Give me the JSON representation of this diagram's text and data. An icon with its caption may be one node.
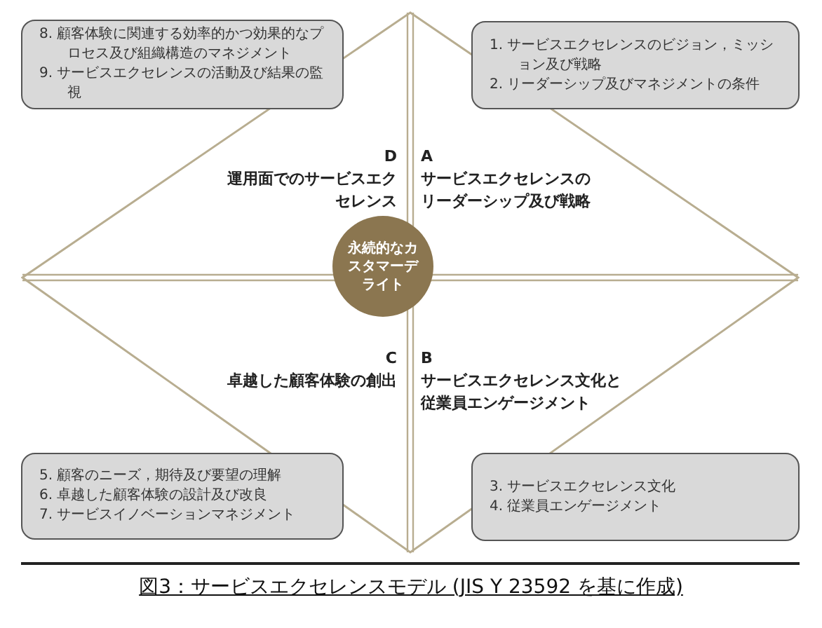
{
  "diagram": {
    "caption": "図3：サービスエクセレンスモデル (JIS Y 23592 を基に作成)",
    "nodes": [
      {
        "text": [
          "8. 顧客体験に関連する効率的かつ効果的なプロセス及び組織構造のマネジメント",
          "9. サービスエクセレンスの活動及び結果の監視"
        ]
      },
      {
        "text": [
          "1. サービスエクセレンスのビジョン，ミッション及び戦略",
          "2. リーダーシップ及びマネジメントの条件"
        ]
      },
      {
        "text": [
          "D",
          "運用面でのサービスエクセレンス",
          "A",
          "サービスエクセレンスのリーダーシップ及び戦略",
          "C",
          "卓越した顧客体験の創出",
          "B",
          "サービスエクセレンス文化と従業員エンゲージメント"
        ]
      },
      {
        "text": [
          "永続的なカスタマーデライト"
        ],
        "in": 2
      },
      {
        "text": [
          "5. 顧客のニーズ，期待及び要望の理解",
          "6. 卓越した顧客体験の設計及び改良",
          "7. サービスイノベーションマネジメント"
        ]
      },
      {
        "text": [
          "3. サービスエクセレンス文化",
          "4. 従業員エンゲージメント"
        ]
      }
    ]
  }
}
